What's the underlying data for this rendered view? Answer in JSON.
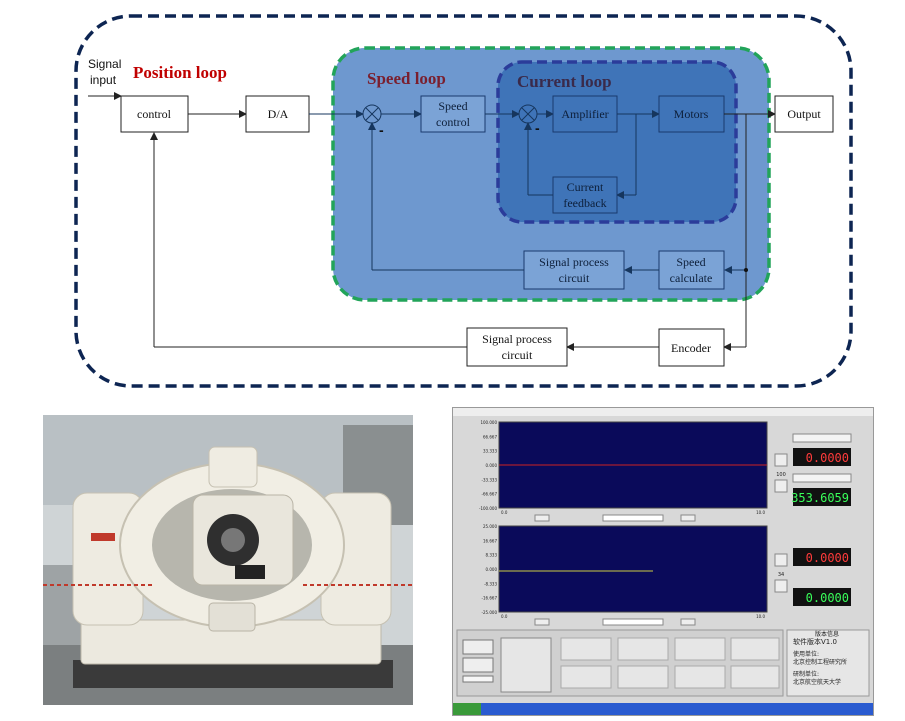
{
  "diagram": {
    "signal_input_line1": "Signal",
    "signal_input_line2": "input",
    "position_loop": "Position loop",
    "speed_loop": "Speed loop",
    "current_loop": "Current loop",
    "control": "control",
    "da": "D/A",
    "speed_control_line1": "Speed",
    "speed_control_line2": "control",
    "amplifier": "Amplifier",
    "motors": "Motors",
    "output": "Output",
    "current_feedback_line1": "Current",
    "current_feedback_line2": "feedback",
    "signal_process_inner_line1": "Signal process",
    "signal_process_inner_line2": "circuit",
    "speed_calculate_line1": "Speed",
    "speed_calculate_line2": "calculate",
    "signal_process_outer_line1": "Signal process",
    "signal_process_outer_line2": "circuit",
    "encoder": "Encoder",
    "minus_sign": "-"
  },
  "colors": {
    "position_border": "#0d2552",
    "speed_border": "#22a45a",
    "speed_fill": "#6e98cf",
    "current_border": "#2b3c9a",
    "current_fill": "#3f74b8",
    "loop_title_red": "#c00000",
    "loop_title_dark": "#7a1f2e"
  },
  "screen": {
    "chart1": {
      "yticks": [
        "100.000",
        "66.667",
        "33.333",
        "0.000",
        "-33.333",
        "-66.667",
        "-100.000"
      ],
      "xticks": [
        "0.0",
        "10.0"
      ]
    },
    "chart2": {
      "yticks": [
        "25.000",
        "16.667",
        "8.333",
        "0.000",
        "-8.333",
        "-16.667",
        "-25.000"
      ],
      "xticks": [
        "0.0",
        "10.0"
      ]
    },
    "readout1": "0.0000",
    "readout2": "353.6059",
    "readout3": "0.0000",
    "readout4": "0.0000",
    "small_num1": "100",
    "small_num2": "34",
    "version": "软件版本V1.0",
    "panel_title": "版本信息",
    "user_unit_label": "使用单位:",
    "user_unit": "北京控制工程研究所",
    "dev_unit_label": "研制单位:",
    "dev_unit": "北京航空航天大学"
  }
}
